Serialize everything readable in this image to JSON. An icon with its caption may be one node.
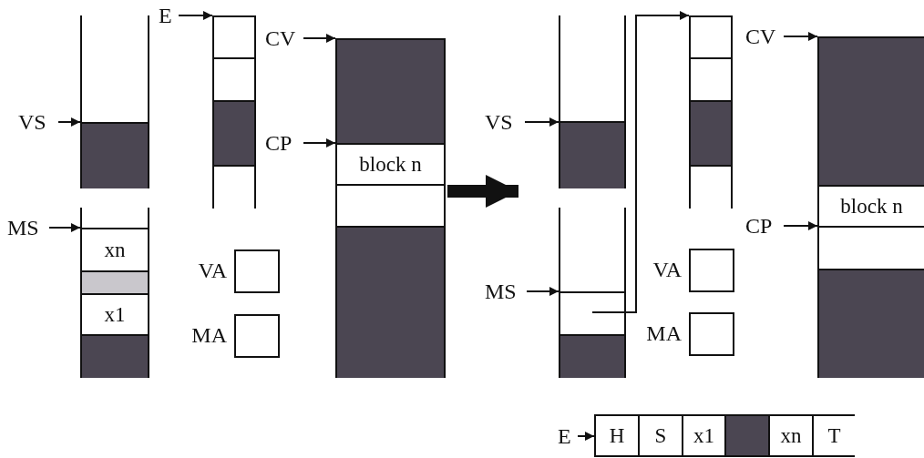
{
  "diagram": {
    "nodes": [
      {
        "text": [
          "VS"
        ]
      },
      {
        "text": [],
        "shape": "box"
      },
      {
        "text": [],
        "shape": "box",
        "in": 1
      },
      {
        "text": [
          "MS"
        ]
      },
      {
        "text": [],
        "shape": "box"
      },
      {
        "text": [
          "xn"
        ],
        "in": 4
      },
      {
        "text": [],
        "shape": "box",
        "in": 4
      },
      {
        "text": [
          "x1"
        ],
        "in": 4
      },
      {
        "text": [],
        "shape": "box",
        "in": 4
      },
      {
        "text": [
          "E"
        ]
      },
      {
        "text": [],
        "shape": "box"
      },
      {
        "text": [],
        "shape": "box",
        "in": 10
      },
      {
        "text": [],
        "shape": "box",
        "in": 10
      },
      {
        "text": [],
        "shape": "box",
        "in": 10
      },
      {
        "text": [],
        "shape": "box",
        "in": 10
      },
      {
        "text": [],
        "shape": "box",
        "beside": [
          "VA"
        ]
      },
      {
        "text": [],
        "shape": "box",
        "beside": [
          "MA"
        ]
      },
      {
        "text": [
          "CV"
        ]
      },
      {
        "text": [
          "CP"
        ]
      },
      {
        "text": [],
        "shape": "box"
      },
      {
        "text": [],
        "shape": "box",
        "in": 19
      },
      {
        "text": [
          "block n"
        ],
        "in": 19
      },
      {
        "text": [],
        "shape": "box",
        "in": 19
      },
      {
        "text": [],
        "shape": "box",
        "in": 19
      },
      {
        "text": [
          "VS"
        ]
      },
      {
        "text": [],
        "shape": "box"
      },
      {
        "text": [],
        "shape": "box",
        "in": 25
      },
      {
        "text": [
          "MS"
        ]
      },
      {
        "text": [],
        "shape": "box"
      },
      {
        "text": [],
        "shape": "box",
        "in": 28
      },
      {
        "text": [],
        "shape": "box",
        "in": 28
      },
      {
        "text": [],
        "shape": "box"
      },
      {
        "text": [],
        "shape": "box",
        "in": 31
      },
      {
        "text": [],
        "shape": "box",
        "in": 31
      },
      {
        "text": [],
        "shape": "box",
        "in": 31
      },
      {
        "text": [],
        "shape": "box",
        "in": 31
      },
      {
        "text": [],
        "shape": "box",
        "beside": [
          "VA"
        ]
      },
      {
        "text": [],
        "shape": "box",
        "beside": [
          "MA"
        ]
      },
      {
        "text": [
          "CV"
        ]
      },
      {
        "text": [
          "CP"
        ]
      },
      {
        "text": [],
        "shape": "box"
      },
      {
        "text": [],
        "shape": "box",
        "in": 40
      },
      {
        "text": [
          "block n"
        ],
        "in": 40
      },
      {
        "text": [],
        "shape": "box",
        "in": 40
      },
      {
        "text": [],
        "shape": "box",
        "in": 40
      },
      {
        "text": [
          "E"
        ]
      },
      {
        "text": [],
        "shape": "box"
      },
      {
        "text": [
          "H"
        ],
        "in": 46
      },
      {
        "text": [
          "S"
        ],
        "in": 46
      },
      {
        "text": [
          "x1"
        ],
        "in": 46
      },
      {
        "text": [],
        "shape": "box",
        "in": 46
      },
      {
        "text": [
          "xn"
        ],
        "in": 46
      },
      {
        "text": [
          "T"
        ],
        "in": 46
      }
    ],
    "edges": [
      {
        "from": 0,
        "to": 2,
        "arrow": "to"
      },
      {
        "from": 3,
        "to": 5,
        "arrow": "to"
      },
      {
        "from": 9,
        "to": 11,
        "arrow": "to"
      },
      {
        "from": 17,
        "to": 20,
        "arrow": "to"
      },
      {
        "from": 18,
        "to": 21,
        "arrow": "to"
      },
      {
        "from": 19,
        "to": 25,
        "arrow": "to",
        "style": "thick"
      },
      {
        "from": 24,
        "to": 26,
        "arrow": "to"
      },
      {
        "from": 27,
        "to": 29,
        "arrow": "to"
      },
      {
        "from": 29,
        "to": 32,
        "arrow": "to"
      },
      {
        "from": 38,
        "to": 41,
        "arrow": "to"
      },
      {
        "from": 39,
        "to": 43,
        "arrow": "to"
      },
      {
        "from": 45,
        "to": 47,
        "arrow": "to"
      }
    ]
  }
}
